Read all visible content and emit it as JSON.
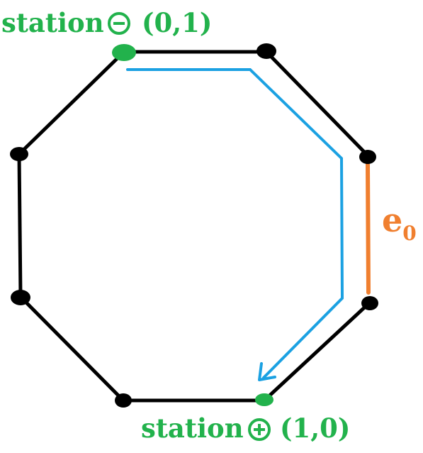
{
  "labels": {
    "station_top_word": "station",
    "station_top_coord": "(0,1)",
    "station_bottom_word": "station",
    "station_bottom_coord": "(1,0)",
    "edge_main": "e",
    "edge_sub": "0"
  },
  "colors": {
    "outline": "#000000",
    "station": "#22b24c",
    "path": "#1ba1e2",
    "edge": "#f07f2f"
  },
  "icons": {
    "minus_station": "circle-minus-icon",
    "plus_station": "circle-plus-icon"
  }
}
